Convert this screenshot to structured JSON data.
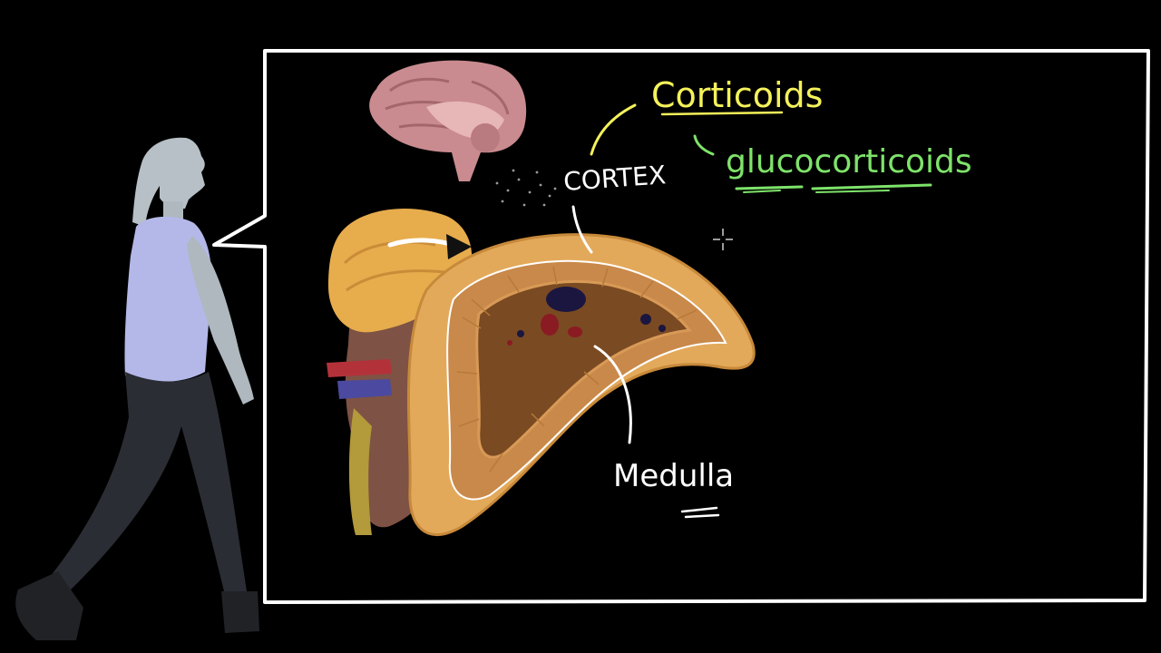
{
  "labels": {
    "corticoids": "Corticoids",
    "glucocorticoids": "glucocorticoids",
    "cortex": "CORTEX",
    "medulla": "Medulla"
  },
  "colors": {
    "background": "#000000",
    "frame": "#ffffff",
    "corticoids": "#f4f25a",
    "glucocorticoids": "#7ee36a",
    "annotation": "#ffffff",
    "adrenal_cortex": "#e3a95a",
    "adrenal_medulla": "#7a4a22",
    "kidney": "#8a5a46",
    "brain": "#c98b8f"
  },
  "icons": {
    "brain": "brain-illustration",
    "adrenal": "adrenal-gland-cross-section",
    "kidney": "kidney-illustration",
    "presenter": "walking-woman-silhouette",
    "cursor": "crosshair-cursor-icon"
  }
}
